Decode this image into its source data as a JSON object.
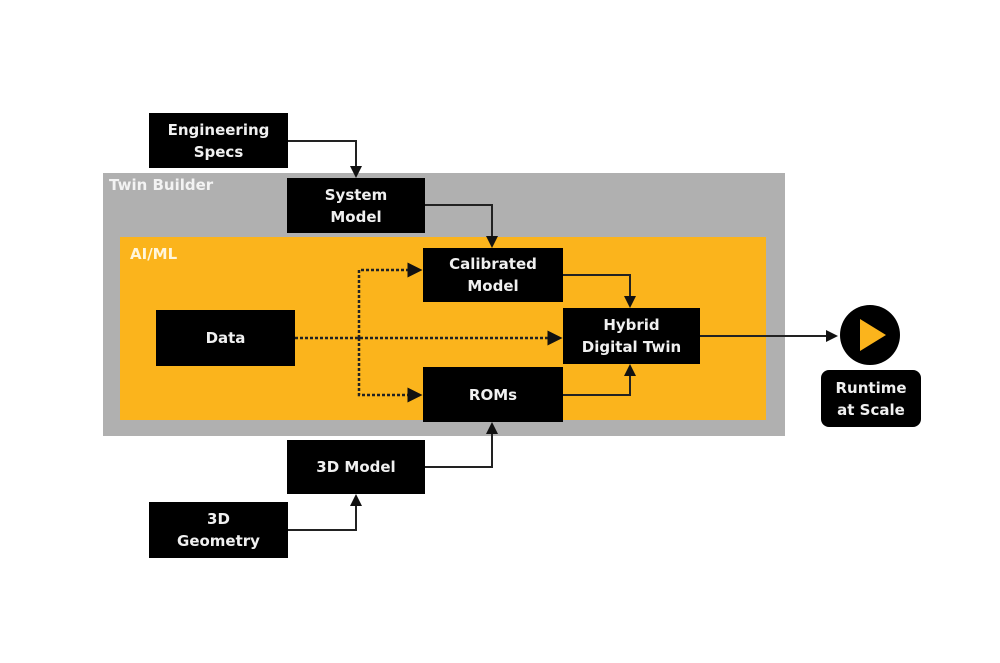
{
  "diagram": {
    "regions": {
      "twin_builder": "Twin Builder",
      "aiml": "AI/ML"
    },
    "nodes": {
      "engineering_specs": "Engineering\nSpecs",
      "system_model": "System\nModel",
      "calibrated_model": "Calibrated\nModel",
      "data": "Data",
      "hybrid_digital_twin": "Hybrid\nDigital Twin",
      "roms": "ROMs",
      "model_3d": "3D Model",
      "geometry_3d": "3D\nGeometry",
      "runtime": "Runtime\nat Scale"
    },
    "edges": [
      {
        "from": "Engineering Specs",
        "to": "System Model",
        "style": "solid"
      },
      {
        "from": "System Model",
        "to": "Calibrated Model",
        "style": "solid"
      },
      {
        "from": "Data",
        "to": "Calibrated Model",
        "style": "dotted"
      },
      {
        "from": "Data",
        "to": "Hybrid Digital Twin",
        "style": "dotted"
      },
      {
        "from": "Data",
        "to": "ROMs",
        "style": "dotted"
      },
      {
        "from": "Calibrated Model",
        "to": "Hybrid Digital Twin",
        "style": "solid"
      },
      {
        "from": "ROMs",
        "to": "Hybrid Digital Twin",
        "style": "solid"
      },
      {
        "from": "3D Geometry",
        "to": "3D Model",
        "style": "solid"
      },
      {
        "from": "3D Model",
        "to": "ROMs",
        "style": "solid"
      },
      {
        "from": "Hybrid Digital Twin",
        "to": "Runtime at Scale",
        "style": "solid"
      }
    ],
    "icons": {
      "runtime": "play-icon"
    },
    "colors": {
      "accent": "#fbb41c",
      "container": "#b0b0b0",
      "node": "#000000"
    }
  }
}
